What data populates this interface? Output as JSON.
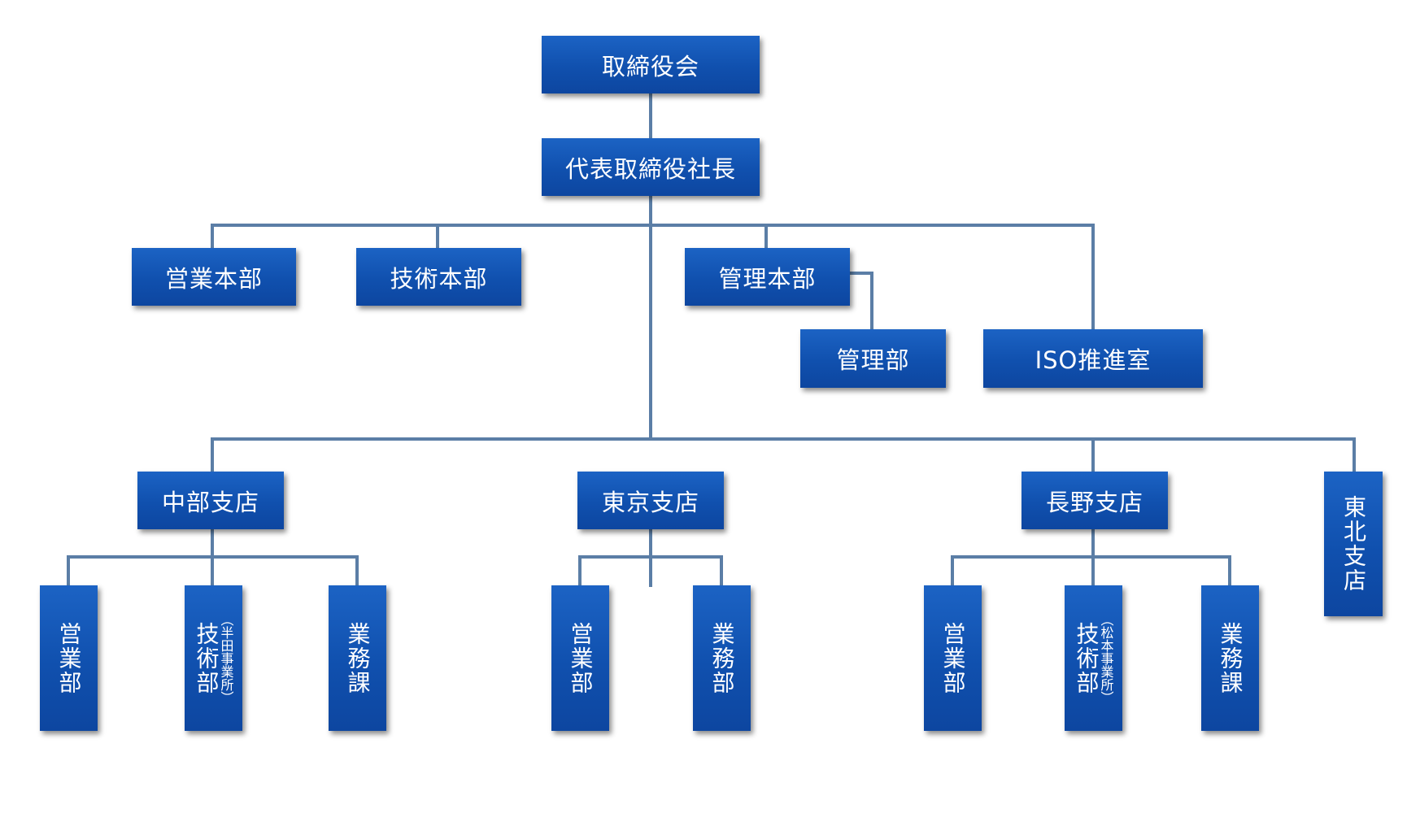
{
  "org": {
    "board": "取締役会",
    "president": "代表取締役社長",
    "sales_hq": "営業本部",
    "tech_hq": "技術本部",
    "admin_hq": "管理本部",
    "admin_dept": "管理部",
    "iso_office": "ISO推進室",
    "chubu": {
      "name": "中部支店",
      "sales": "営業部",
      "tech": "技術部",
      "tech_note": "（半田事業所）",
      "ops": "業務課"
    },
    "tokyo": {
      "name": "東京支店",
      "sales": "営業部",
      "ops": "業務部"
    },
    "nagano": {
      "name": "長野支店",
      "sales": "営業部",
      "tech": "技術部",
      "tech_note": "（松本事業所）",
      "ops": "業務課"
    },
    "tohoku": "東北支店"
  },
  "colors": {
    "box": "#1050ae",
    "line": "#5b7ea6",
    "text": "#ffffff"
  }
}
